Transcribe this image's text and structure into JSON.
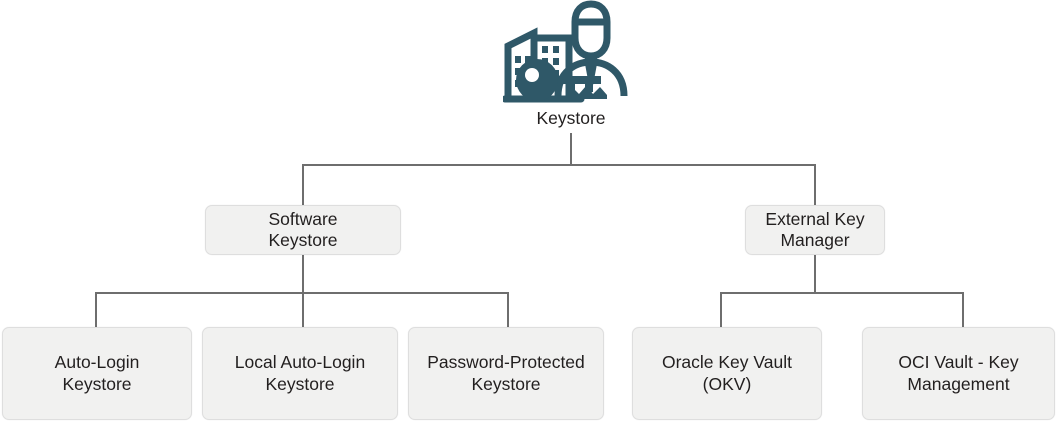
{
  "diagram": {
    "title": "Keystore",
    "type": "hierarchy-tree",
    "colors": {
      "icon": "#2f5868",
      "box_fill": "#f1f1f0",
      "box_border": "#dedede",
      "connector": "#6e6e6e",
      "text": "#221f1f",
      "background": "#ffffff"
    },
    "root": {
      "icon_name": "keystore-icon",
      "label": "Keystore"
    },
    "level2": [
      {
        "id": "software-keystore",
        "label": "Software\nKeystore"
      },
      {
        "id": "external-key-manager",
        "label": "External Key\nManager"
      }
    ],
    "level3": [
      {
        "id": "auto-login",
        "parent": "software-keystore",
        "label": "Auto-Login\nKeystore"
      },
      {
        "id": "local-auto-login",
        "parent": "software-keystore",
        "label": "Local Auto-Login\nKeystore"
      },
      {
        "id": "password-protected",
        "parent": "software-keystore",
        "label": "Password-Protected\nKeystore"
      },
      {
        "id": "oracle-key-vault",
        "parent": "external-key-manager",
        "label": "Oracle Key Vault\n(OKV)"
      },
      {
        "id": "oci-vault",
        "parent": "external-key-manager",
        "label": "OCI Vault - Key\nManagement"
      }
    ]
  }
}
